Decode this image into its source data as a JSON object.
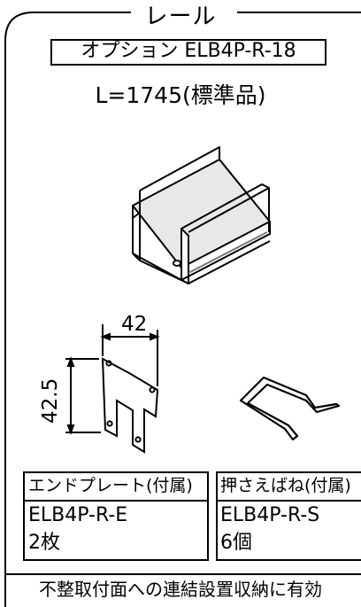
{
  "title": "レール",
  "option_label": "オプション ELB4P-R-18",
  "length_label": "L=1745(標準品)",
  "dimensions": {
    "width": "42",
    "height": "42.5"
  },
  "end_plate": {
    "name": "エンドプレート(付属)",
    "code": "ELB4P-R-E",
    "qty": "2枚"
  },
  "spring": {
    "name": "押さえばね(付属)",
    "code": "ELB4P-R-S",
    "qty": "6個"
  },
  "footer": "不整取付面への連結設置収納に有効"
}
